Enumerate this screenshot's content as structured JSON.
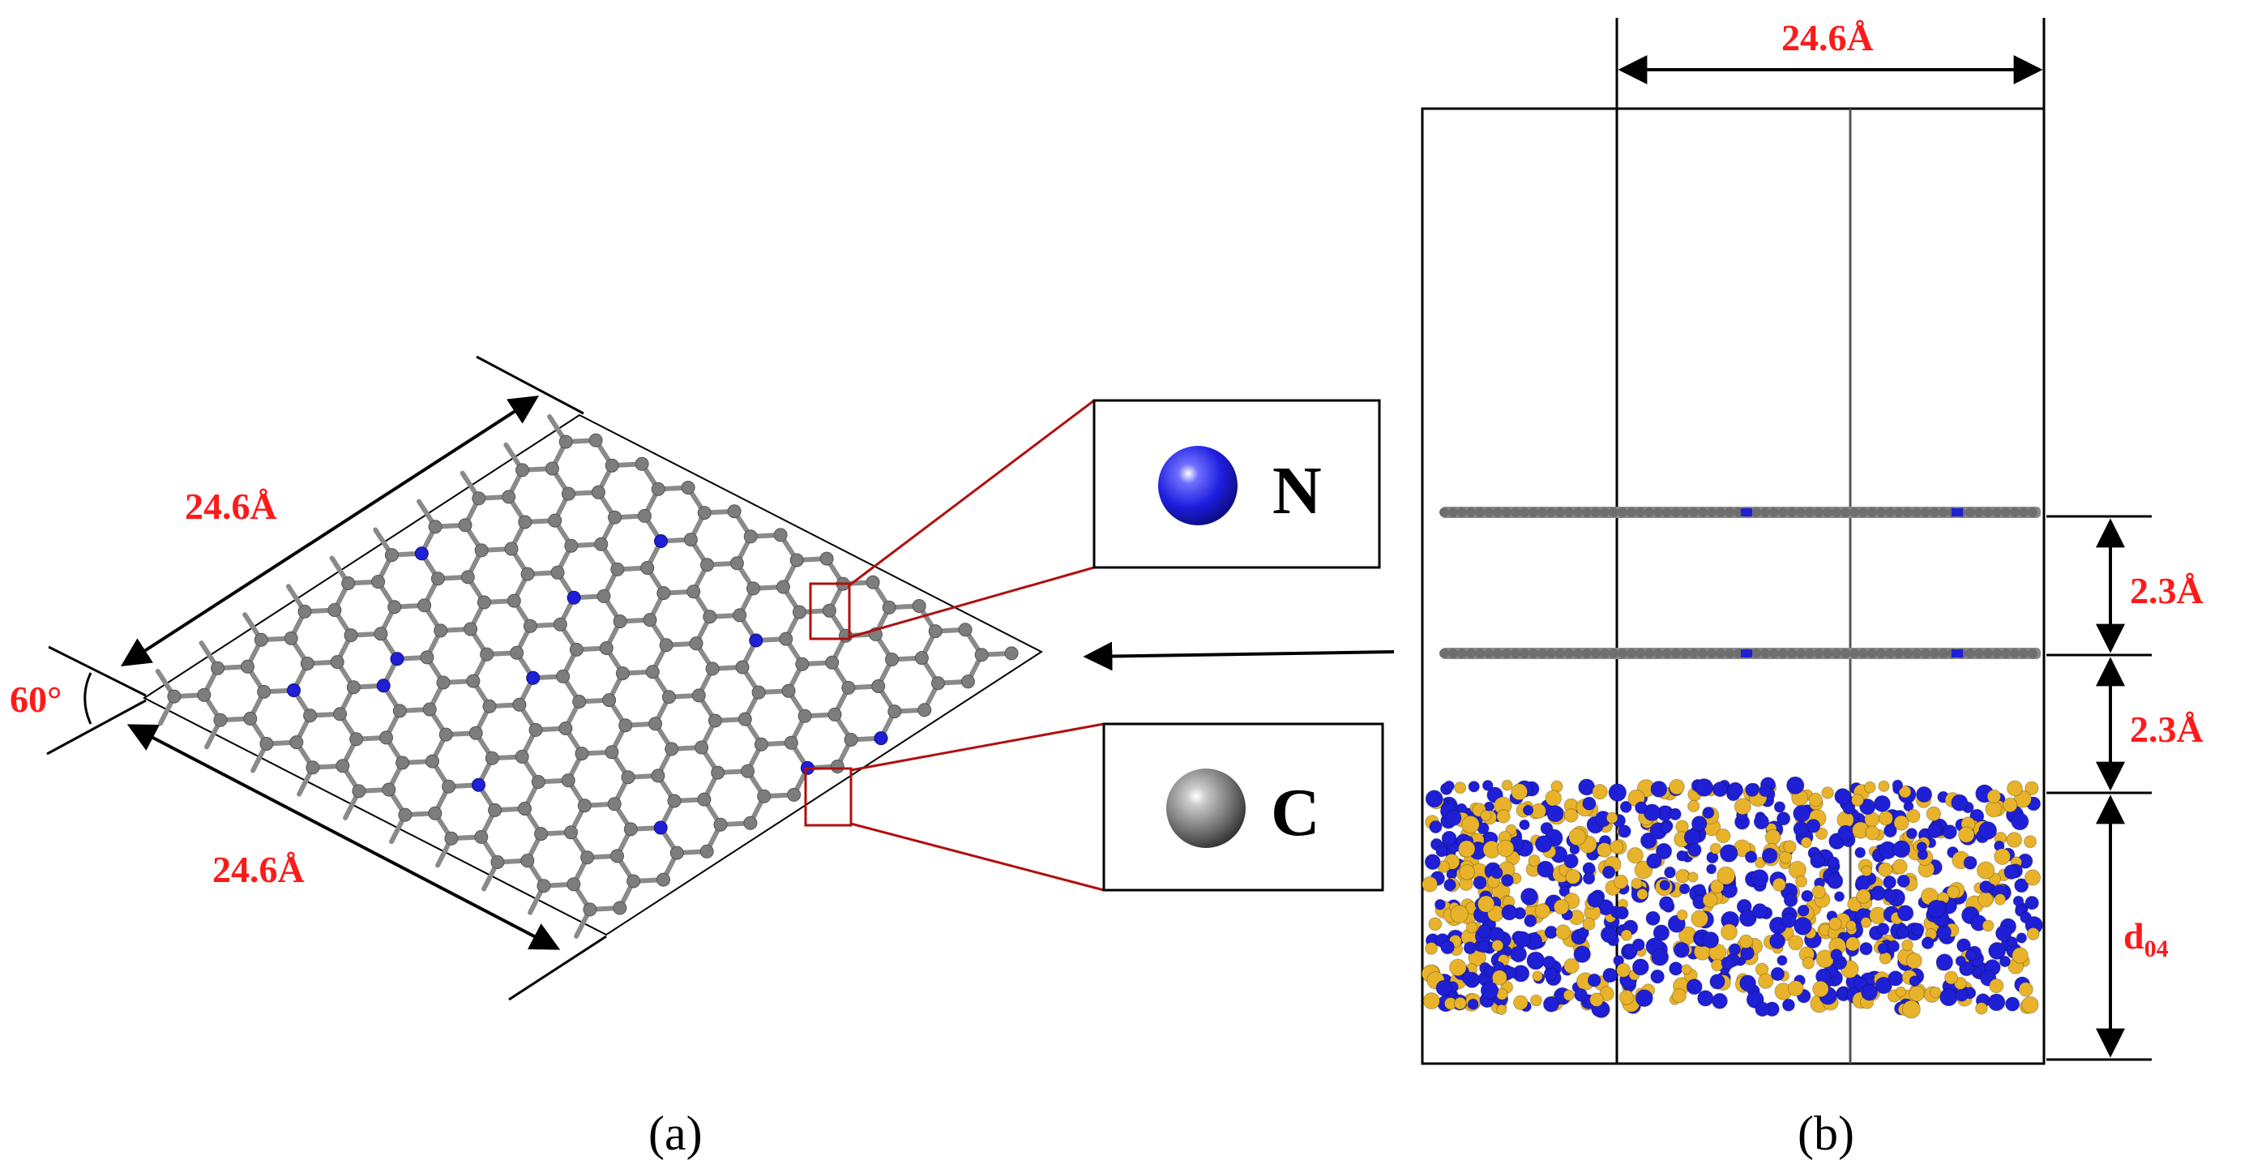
{
  "panel_a": {
    "caption": "(a)",
    "dimension_top": "24.6Å",
    "dimension_bottom": "24.6Å",
    "angle": "60°"
  },
  "legend": {
    "nitrogen_label": "N",
    "carbon_label": "C"
  },
  "panel_b": {
    "caption": "(b)",
    "width_label": "24.6Å",
    "gap_upper": "2.3Å",
    "gap_lower": "2.3Å",
    "slab_label_main": "d",
    "slab_label_sub": "04"
  },
  "colors": {
    "carbon": "#7d7d7d",
    "nitrogen": "#1f1fd6",
    "sulfur_like": "#e8b32a",
    "annotation": "#ff1a1a",
    "callout": "#b01010"
  }
}
